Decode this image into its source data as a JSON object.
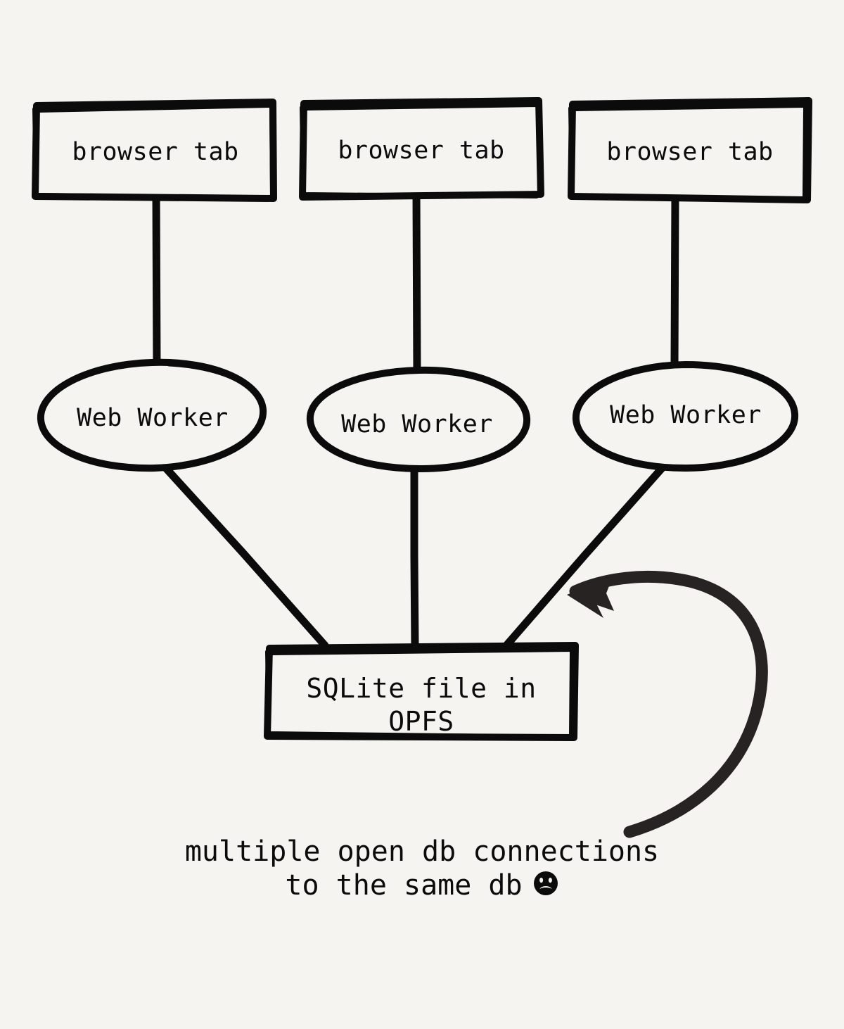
{
  "diagram": {
    "background_color": "#f6f4f0",
    "stroke_color": "#0b0b0b",
    "arrow_color": "#272322",
    "title_text": "",
    "tabs": [
      {
        "label": "browser tab"
      },
      {
        "label": "browser tab"
      },
      {
        "label": "browser tab"
      }
    ],
    "workers": [
      {
        "label": "Web Worker"
      },
      {
        "label": "Web Worker"
      },
      {
        "label": "Web Worker"
      }
    ],
    "store": {
      "label_line1": "SQLite file in",
      "label_line2": "OPFS"
    },
    "annotation": {
      "line1": "multiple open db connections",
      "line2": "to the same db",
      "emoji": "☹",
      "emoji_name": "frowning-face"
    },
    "edges": [
      {
        "from": "browser tab 1",
        "to": "Web Worker 1",
        "kind": "vertical"
      },
      {
        "from": "browser tab 2",
        "to": "Web Worker 2",
        "kind": "vertical"
      },
      {
        "from": "browser tab 3",
        "to": "Web Worker 3",
        "kind": "vertical"
      },
      {
        "from": "Web Worker 1",
        "to": "SQLite file in OPFS",
        "kind": "diagonal"
      },
      {
        "from": "Web Worker 2",
        "to": "SQLite file in OPFS",
        "kind": "vertical"
      },
      {
        "from": "Web Worker 3",
        "to": "SQLite file in OPFS",
        "kind": "diagonal"
      },
      {
        "from": "annotation",
        "to": "Web Worker 3 edge",
        "kind": "curved-arrow"
      }
    ]
  }
}
